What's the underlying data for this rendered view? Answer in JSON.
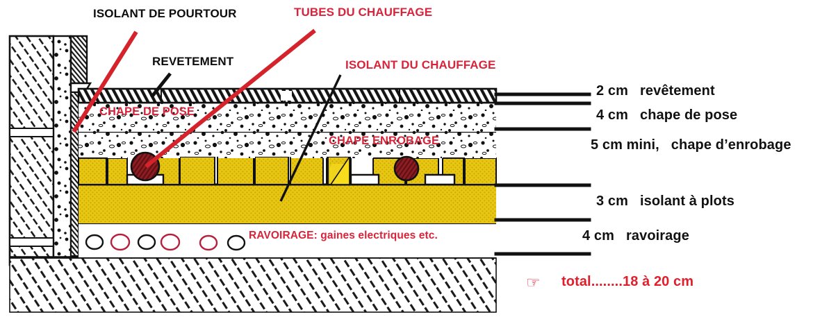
{
  "diagram": {
    "title": "Coupe de plancher chauffant",
    "language": "fr",
    "colors": {
      "tube_red": "#8c1d22",
      "leader_red": "#d5232c",
      "label_red": "#d8243b",
      "legend_red": "#e01f2d",
      "insulation_yellow": "#e8c713",
      "ink_black": "#111111",
      "background": "#ffffff"
    }
  },
  "callouts": [
    {
      "id": "isolant-pourtour",
      "label": "ISOLANT DE POURTOUR",
      "color": "black"
    },
    {
      "id": "tubes-chauffage",
      "label": "TUBES DU CHAUFFAGE",
      "color": "red"
    },
    {
      "id": "revetement",
      "label": "REVETEMENT",
      "color": "black"
    },
    {
      "id": "isolant-chauffage",
      "label": "ISOLANT DU CHAUFFAGE",
      "color": "red"
    }
  ],
  "inlay_labels": [
    {
      "id": "chape-de-pose",
      "label": "CHAPE DE POSE"
    },
    {
      "id": "chape-enrobage",
      "label": "CHAPE ENROBAGE"
    },
    {
      "id": "ravoirage-note",
      "label": "RAVOIRAGE: gaines electriques etc."
    }
  ],
  "legend": {
    "rows": [
      {
        "id": "row-revetement",
        "thickness": "2 cm",
        "name": "revêtement"
      },
      {
        "id": "row-chape-pose",
        "thickness": "4 cm",
        "name": "chape de pose"
      },
      {
        "id": "row-enrobage",
        "thickness": "5 cm mini,",
        "name": "chape d’enrobage"
      },
      {
        "id": "row-isolant",
        "thickness": "3 cm",
        "name": "isolant  à plots"
      },
      {
        "id": "row-ravoirage",
        "thickness": "4 cm",
        "name": "ravoirage"
      }
    ],
    "total": "total........18  à 20 cm",
    "pointer_icon": "pointing-hand-icon"
  },
  "layers": {
    "revetement": {
      "name": "revêtement",
      "thickness_cm": 2,
      "pattern": "diagonal-hatch"
    },
    "chape_pose": {
      "name": "chape de pose",
      "thickness_cm": 4,
      "pattern": "aggregate-speckle"
    },
    "enrobage": {
      "name": "chape d’enrobage",
      "thickness_cm": 5,
      "pattern": "aggregate-speckle"
    },
    "isolant": {
      "name": "isolant à plots",
      "thickness_cm": 3,
      "pattern": "studded-yellow"
    },
    "ravoirage": {
      "name": "ravoirage",
      "thickness_cm": 4,
      "pattern": "plain-with-conduits"
    },
    "dalle": {
      "name": "dalle support",
      "pattern": "diagonal-hatch"
    }
  },
  "tubes": {
    "count": 2,
    "shape": "circle",
    "color": "#8c1d22"
  },
  "conduits": {
    "count": 6,
    "sequence": [
      "black",
      "red",
      "black",
      "red",
      "red",
      "black"
    ]
  }
}
